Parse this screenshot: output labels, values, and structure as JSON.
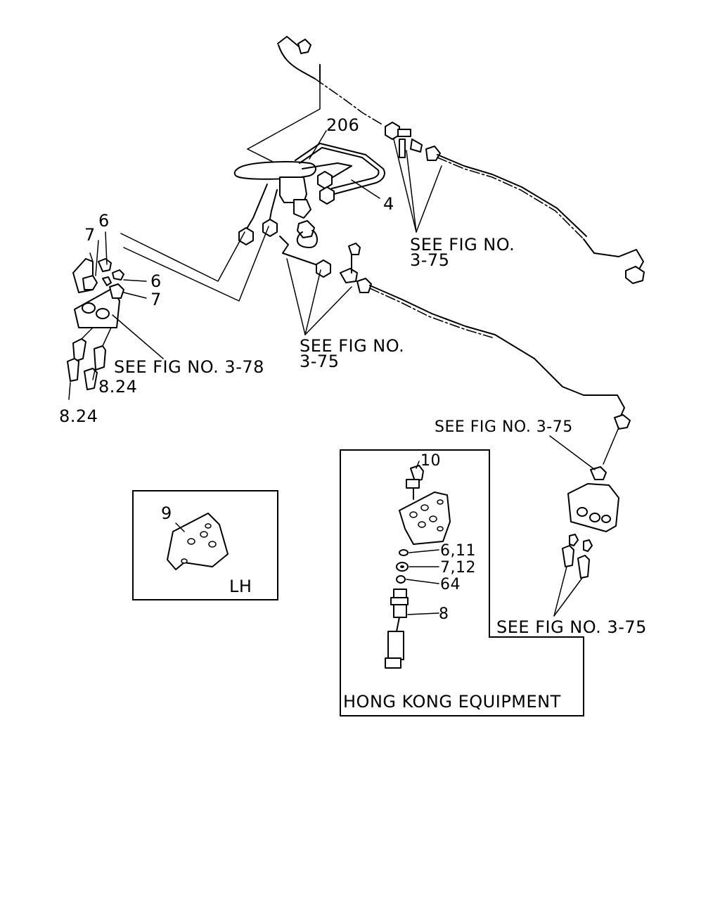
{
  "callouts": {
    "p206": "206",
    "p4": "4",
    "p6_top": "6",
    "p7_top": "7",
    "p6_mid": "6",
    "p7_mid": "7",
    "p8_24_a": "8.24",
    "p8_24_b": "8.24",
    "p9": "9",
    "p10": "10",
    "p6_11": "6,11",
    "p7_12": "7,12",
    "p64": "64",
    "p8": "8"
  },
  "references": {
    "ref_top_right_l1": "SEE FIG NO.",
    "ref_top_right_l2": "3-75",
    "ref_center_l1": "SEE FIG NO.",
    "ref_center_l2": "3-75",
    "ref_left": "SEE FIG NO. 3-78",
    "ref_right_upper": "SEE FIG NO. 3-75",
    "ref_right_lower": "SEE FIG NO. 3-75"
  },
  "insets": {
    "lh_label": "LH",
    "hk_label": "HONG KONG EQUIPMENT"
  }
}
